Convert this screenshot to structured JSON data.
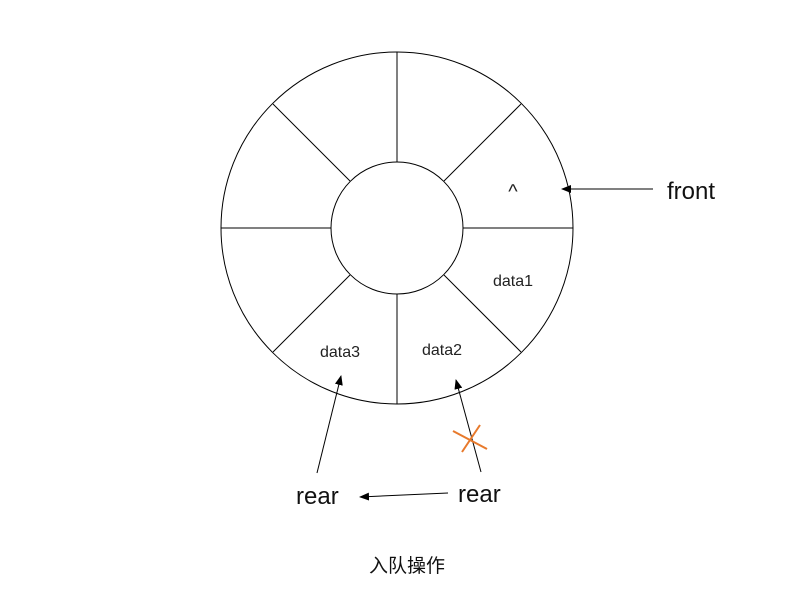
{
  "cells": {
    "front_slot": "^",
    "slot1": "data1",
    "slot2": "data2",
    "slot3": "data3"
  },
  "pointers": {
    "front": "front",
    "rear_new": "rear",
    "rear_old": "rear"
  },
  "caption": "入队操作",
  "colors": {
    "line": "#000000",
    "cross": "#e87a2c"
  },
  "icons": {
    "invalidated_pointer": "x-cross-icon"
  }
}
